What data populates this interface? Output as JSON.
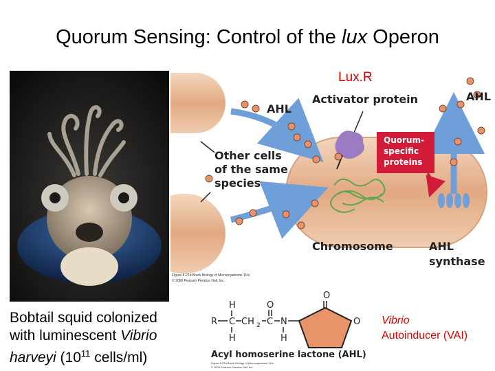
{
  "title": {
    "prefix": "Quorum Sensing: Control of the ",
    "italic": "lux",
    "suffix": " Operon"
  },
  "caption": {
    "line1": "Bobtail squid colonized",
    "line2_prefix": "with luminescent ",
    "line2_italic": "Vibrio",
    "line3_italic": "harveyi",
    "line3_base": " (10",
    "line3_exp": "11",
    "line3_suffix": " cells/ml)"
  },
  "diagram": {
    "luxr_label": "Lux.R",
    "ahl_left": "AHL",
    "ahl_right": "AHL",
    "activator": "Activator protein",
    "other_cells": [
      "Other cells",
      "of the same",
      "species"
    ],
    "quorum_box": [
      "Quorum-",
      "specific",
      "proteins"
    ],
    "chromosome": "Chromosome",
    "synthase": [
      "AHL",
      "synthase"
    ],
    "figure_credit": [
      "Figure 8-22b Brock Biology of Microorganisms 11/e",
      "© 2006 Pearson Prentice Hall, Inc."
    ],
    "colors": {
      "cell": "#e8b994",
      "arrow": "#6f9fd8",
      "dot": "#e8936a",
      "box": "#d31c3a",
      "activator": "#9b7cc2"
    }
  },
  "structure": {
    "label": "Acyl homoserine lactone (AHL)",
    "atoms": {
      "H_top": "H",
      "O_top": "O",
      "R": "R",
      "C1": "C",
      "CH2": "CH",
      "CH2_sub": "2",
      "C2": "C",
      "N": "N",
      "H_bot1": "H",
      "H_bot2": "H",
      "O_ring": "O",
      "O_keto": "O"
    },
    "credit": [
      "Figure 8-22a Brock Biology of Microorganisms 11/e",
      "© 2006 Pearson Prentice Hall, Inc."
    ]
  },
  "vibrio_label": {
    "italic": "Vibrio",
    "line2": "Autoinducer (VAI)"
  }
}
